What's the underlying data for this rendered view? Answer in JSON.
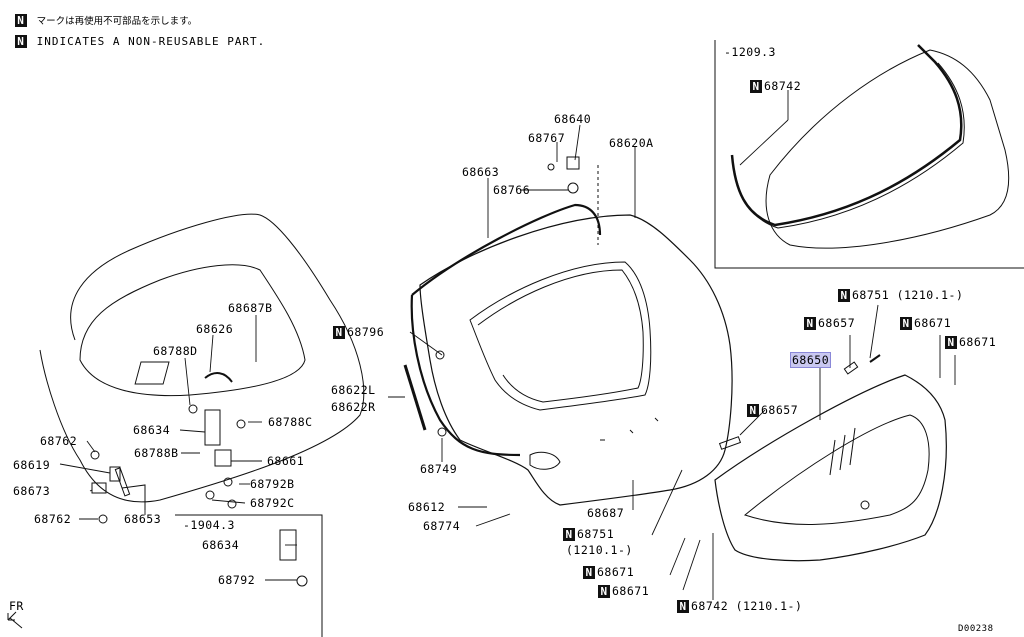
{
  "legend": {
    "marker": "N",
    "line_jp": "マークは再使用不可部品を示します。",
    "line_en": "INDICATES A NON-REUSABLE PART."
  },
  "inset_label": "-1209.3",
  "range_label": "-1904.3",
  "direction_label": "FR",
  "diagram_code": "D00238",
  "parts": [
    {
      "id": "68640",
      "nr": false,
      "label": "68640"
    },
    {
      "id": "68767",
      "nr": false,
      "label": "68767"
    },
    {
      "id": "68620A",
      "nr": false,
      "label": "68620A"
    },
    {
      "id": "68663",
      "nr": false,
      "label": "68663"
    },
    {
      "id": "68766",
      "nr": false,
      "label": "68766"
    },
    {
      "id": "68742-inset",
      "nr": true,
      "label": "68742"
    },
    {
      "id": "68687B",
      "nr": false,
      "label": "68687B"
    },
    {
      "id": "68626",
      "nr": false,
      "label": "68626"
    },
    {
      "id": "68788D",
      "nr": false,
      "label": "68788D"
    },
    {
      "id": "68796",
      "nr": true,
      "label": "68796"
    },
    {
      "id": "68622L",
      "nr": false,
      "label": "68622L"
    },
    {
      "id": "68622R",
      "nr": false,
      "label": "68622R"
    },
    {
      "id": "68788C",
      "nr": false,
      "label": "68788C"
    },
    {
      "id": "68634",
      "nr": false,
      "label": "68634"
    },
    {
      "id": "68762-a",
      "nr": false,
      "label": "68762"
    },
    {
      "id": "68788B",
      "nr": false,
      "label": "68788B"
    },
    {
      "id": "68661",
      "nr": false,
      "label": "68661"
    },
    {
      "id": "68619",
      "nr": false,
      "label": "68619"
    },
    {
      "id": "68792B",
      "nr": false,
      "label": "68792B"
    },
    {
      "id": "68673",
      "nr": false,
      "label": "68673"
    },
    {
      "id": "68792C",
      "nr": false,
      "label": "68792C"
    },
    {
      "id": "68762-b",
      "nr": false,
      "label": "68762"
    },
    {
      "id": "68653",
      "nr": false,
      "label": "68653"
    },
    {
      "id": "68634-b",
      "nr": false,
      "label": "68634"
    },
    {
      "id": "68792",
      "nr": false,
      "label": "68792"
    },
    {
      "id": "68749",
      "nr": false,
      "label": "68749"
    },
    {
      "id": "68612",
      "nr": false,
      "label": "68612"
    },
    {
      "id": "68774",
      "nr": false,
      "label": "68774"
    },
    {
      "id": "68687",
      "nr": false,
      "label": "68687"
    },
    {
      "id": "68751-a",
      "nr": true,
      "label": "68751"
    },
    {
      "id": "68751-b",
      "nr": true,
      "label": "68751"
    },
    {
      "id": "68657-a",
      "nr": true,
      "label": "68657"
    },
    {
      "id": "68657-b",
      "nr": true,
      "label": "68657"
    },
    {
      "id": "68671-a",
      "nr": true,
      "label": "68671"
    },
    {
      "id": "68671-b",
      "nr": true,
      "label": "68671"
    },
    {
      "id": "68671-c",
      "nr": true,
      "label": "68671"
    },
    {
      "id": "68671-d",
      "nr": true,
      "label": "68671"
    },
    {
      "id": "68650",
      "nr": false,
      "label": "68650"
    },
    {
      "id": "68742-b",
      "nr": true,
      "label": "68742"
    }
  ],
  "notes": {
    "n68751_a": "(1210.1-)",
    "n68751_b": "(1210.1-)",
    "n68742_b": "(1210.1-)"
  },
  "highlight_color": "#c9c8f0"
}
